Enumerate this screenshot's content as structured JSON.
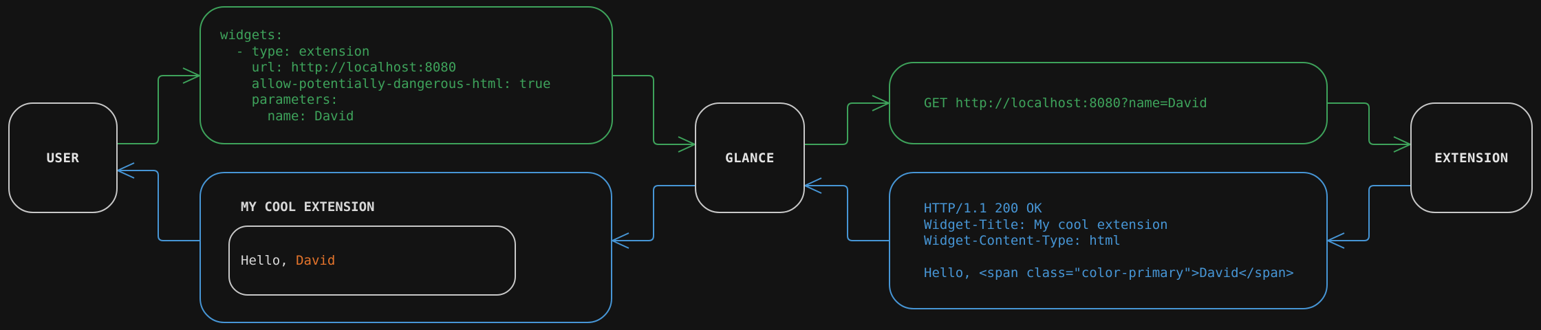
{
  "diagram": {
    "nodes": {
      "user": {
        "label": "USER"
      },
      "glance": {
        "label": "GLANCE"
      },
      "extension": {
        "label": "EXTENSION"
      }
    },
    "config_box": {
      "lines": [
        "widgets:",
        "  - type: extension",
        "    url: http://localhost:8080",
        "    allow-potentially-dangerous-html: true",
        "    parameters:",
        "      name: David"
      ]
    },
    "request_box": {
      "text": "GET http://localhost:8080?name=David"
    },
    "response_box": {
      "lines": [
        "HTTP/1.1 200 OK",
        "Widget-Title: My cool extension",
        "Widget-Content-Type: html",
        "",
        "Hello, <span class=\"color-primary\">David</span>"
      ]
    },
    "widget_box": {
      "title": "MY COOL EXTENSION",
      "greeting_prefix": "Hello, ",
      "greeting_name": "David"
    },
    "colors": {
      "request_green": "#3EA35B",
      "response_blue": "#4796D6",
      "name_orange": "#E5742B",
      "node_border": "#C8C8C8",
      "background": "#131313"
    }
  }
}
